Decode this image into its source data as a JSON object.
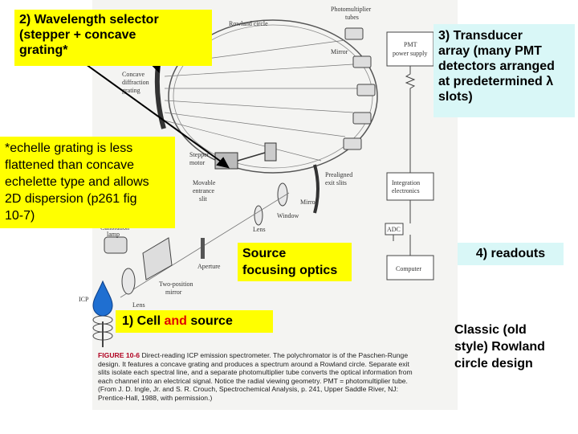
{
  "callouts": {
    "wavelength_selector": [
      "2) Wavelength selector",
      "(stepper + concave",
      "grating*"
    ],
    "transducer": [
      "3) Transducer",
      "array (many PMT",
      "detectors arranged",
      "at predetermined λ",
      "slots)"
    ],
    "echelle_note": [
      "*echelle grating is less",
      "flattened than concave",
      "echelette type and allows",
      "2D dispersion (p261 fig",
      "10-7)"
    ],
    "source_optics": [
      "Source",
      "focusing optics"
    ],
    "readouts": "4) readouts",
    "cell_source": {
      "part1": "1) Cell ",
      "and": "and",
      "part2": " source"
    },
    "classic": [
      "Classic (old",
      "style) Rowland",
      "circle design"
    ]
  },
  "figure": {
    "labels": {
      "rowland_circle": "Rowland circle",
      "photomultiplier": [
        "Photomultiplier",
        "tubes"
      ],
      "pmt_supply": [
        "PMT",
        "power supply"
      ],
      "mirror_top": "Mirror",
      "concave_grating": [
        "Concave",
        "diffraction",
        "grating"
      ],
      "stepper_motor": [
        "Stepper",
        "motor"
      ],
      "movable_slit": [
        "Movable",
        "entrance",
        "slit"
      ],
      "prealigned_slits": [
        "Prealigned",
        "exit slits"
      ],
      "integration": [
        "Integration",
        "electronics"
      ],
      "mirror_mid": "Mirror",
      "window": "Window",
      "lens_mid": "Lens",
      "adc": "ADC",
      "calibration_lamp": [
        "Calibration",
        "lamp"
      ],
      "aperture": "Aperture",
      "two_position_mirror": [
        "Two-position",
        "mirror"
      ],
      "icp": "ICP",
      "lens_bottom": "Lens",
      "computer": "Computer"
    },
    "caption": {
      "label": "FIGURE 10-6",
      "text": "Direct-reading ICP emission spectrometer. The polychromator is of the Paschen-Runge design. It features a concave grating and produces a spectrum around a Rowland circle. Separate exit slits isolate each spectral line, and a separate photomultiplier tube converts the optical information from each channel into an electrical signal. Notice the radial viewing geometry. PMT = photomultiplier tube. (From J. D. Ingle, Jr. and S. R. Crouch, Spectrochemical Analysis, p. 241, Upper Saddle River, NJ: Prentice-Hall, 1988, with permission.)"
    }
  },
  "colors": {
    "yellow_box": "#ffff00",
    "cyan_box": "#d9f7f7",
    "accent_red": "#e00000",
    "droplet_blue": "#1f6fd1"
  }
}
